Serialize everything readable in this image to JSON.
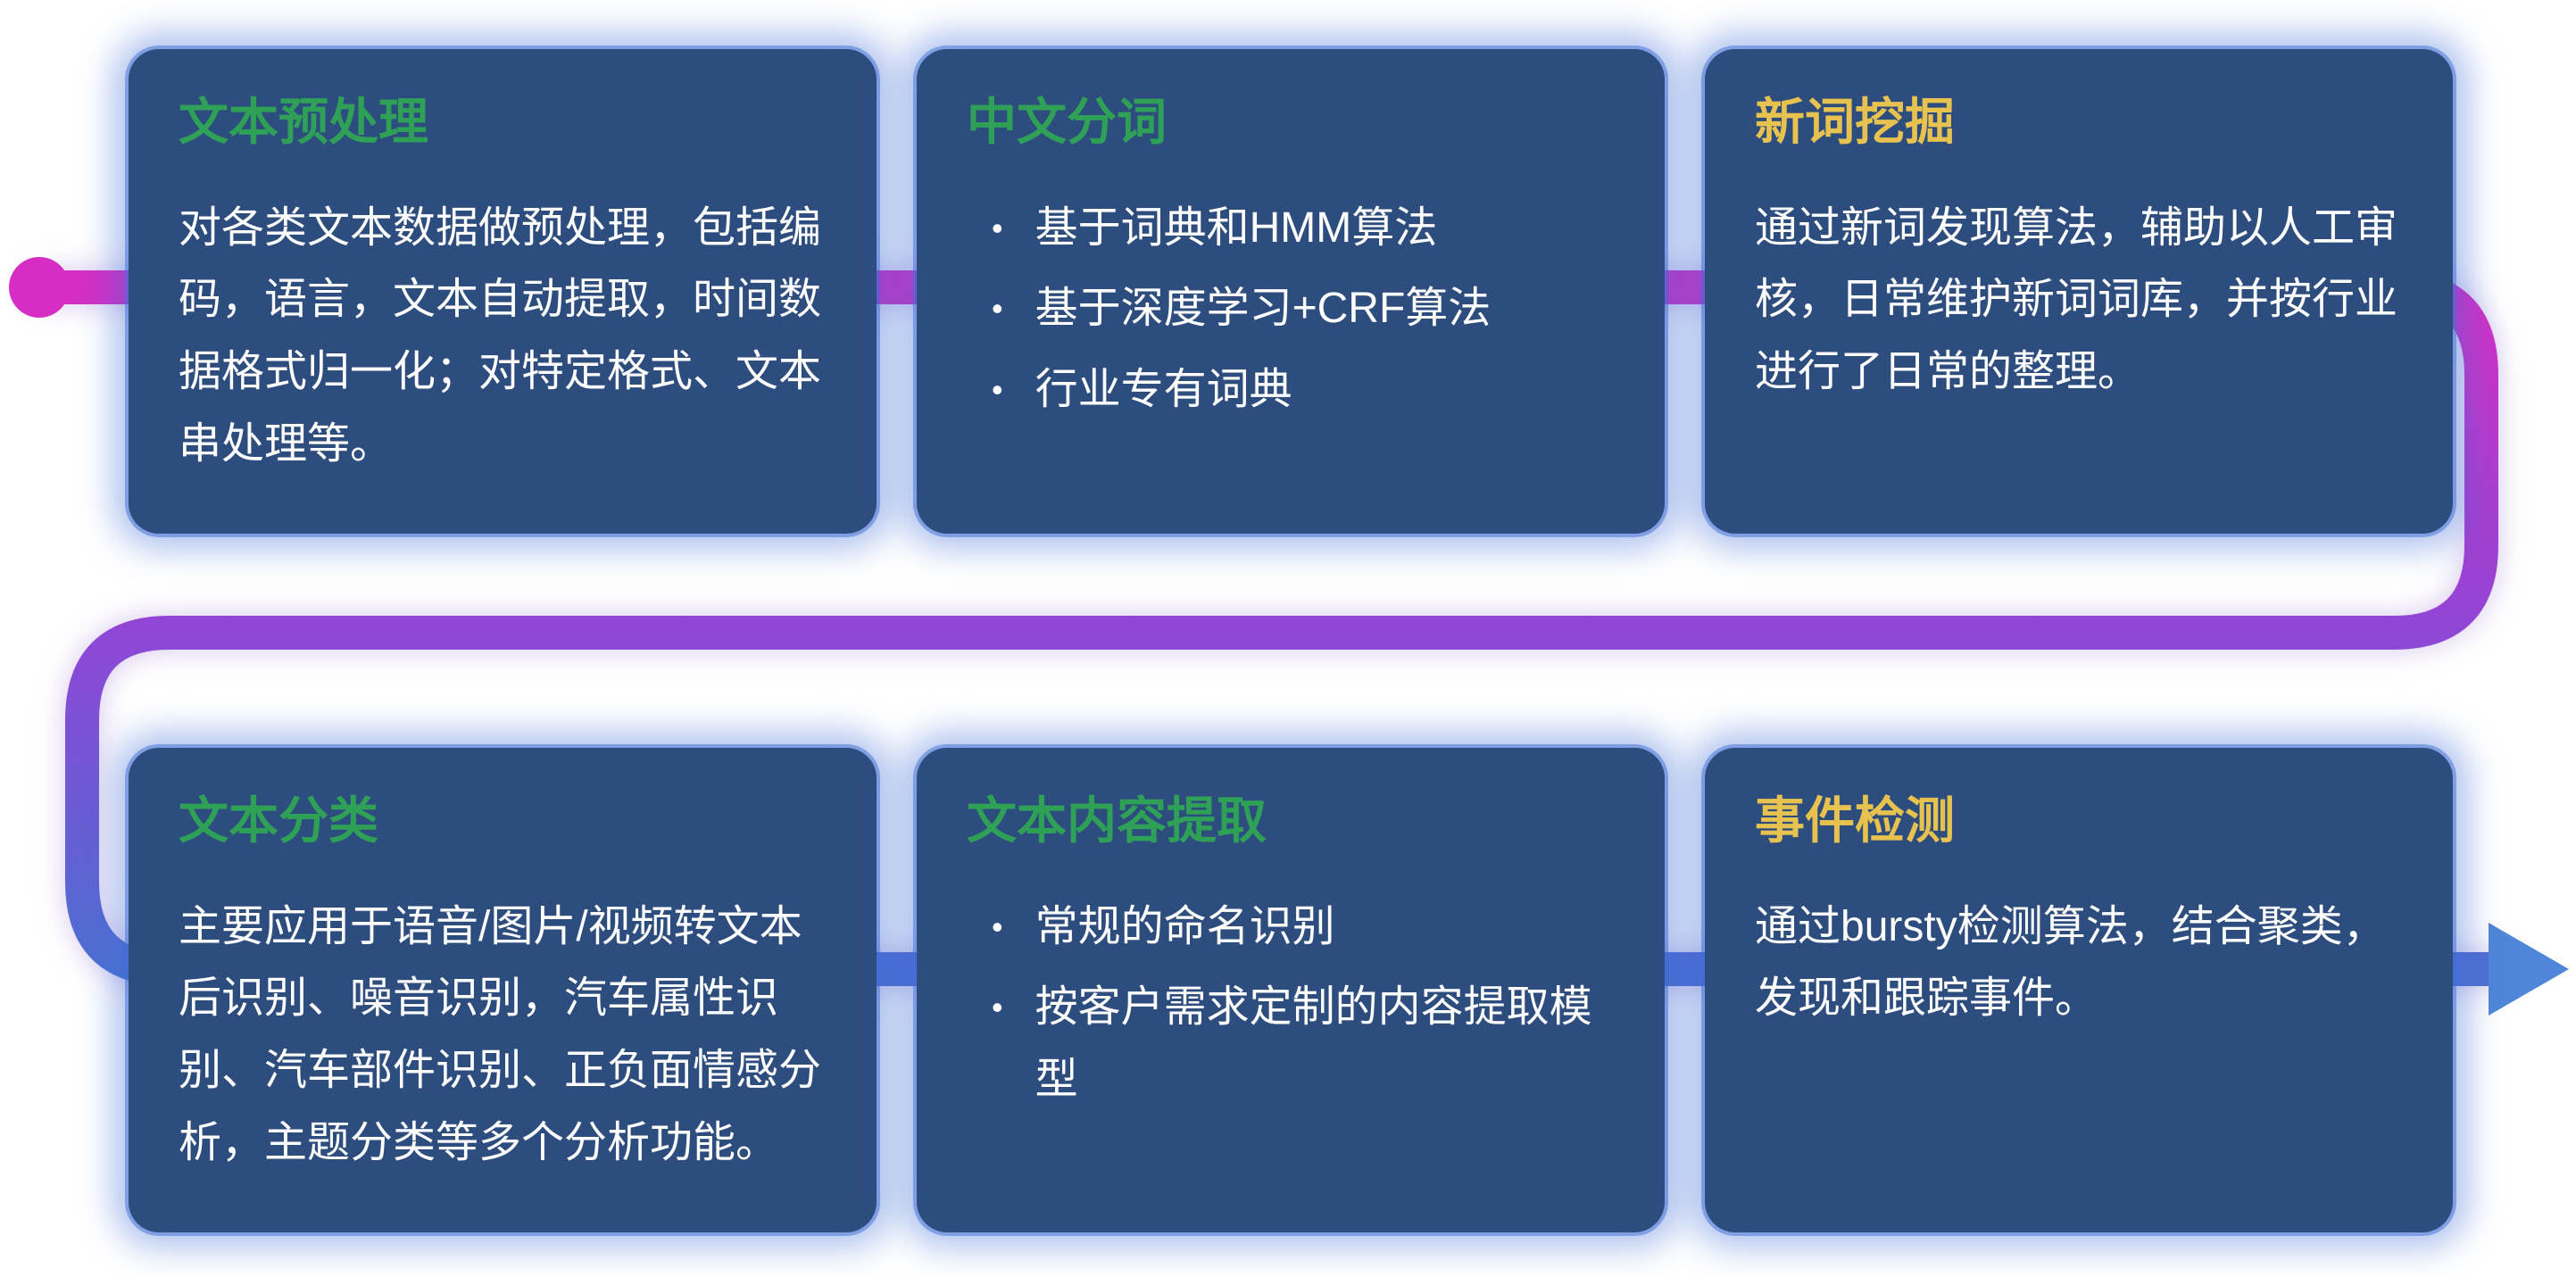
{
  "page": {
    "background": "#ffffff"
  },
  "flow": {
    "dot_color": "#d62ec4",
    "line_gradient": {
      "start": "#d62ec4",
      "middle": "#9046d6",
      "end": "#4c6fd2"
    },
    "arrow_color": "#4f86d9",
    "bullet_glyph": "•"
  },
  "theme": {
    "card_bg": "#2e4d7f",
    "card_glow": "#3f6ed6",
    "title_green": "#2ea157",
    "title_yellow": "#e7c24f",
    "body_text": "#ffffff"
  },
  "cards": [
    {
      "title": "文本预处理",
      "title_color": "#2ea157",
      "type": "paragraph",
      "body": "对各类文本数据做预处理，包括编码，语言，文本自动提取，时间数据格式归一化；对特定格式、文本串处理等。"
    },
    {
      "title": "中文分词",
      "title_color": "#2ea157",
      "type": "bullets",
      "bullets": [
        "基于词典和HMM算法",
        "基于深度学习+CRF算法",
        "行业专有词典"
      ]
    },
    {
      "title": "新词挖掘",
      "title_color": "#e7c24f",
      "type": "paragraph",
      "body": "通过新词发现算法，辅助以人工审核，日常维护新词词库，并按行业进行了日常的整理。"
    },
    {
      "title": "文本分类",
      "title_color": "#2ea157",
      "type": "paragraph",
      "body": "主要应用于语音/图片/视频转文本后识别、噪音识别，汽车属性识别、汽车部件识别、正负面情感分析，主题分类等多个分析功能。"
    },
    {
      "title": "文本内容提取",
      "title_color": "#2ea157",
      "type": "bullets",
      "bullets": [
        "常规的命名识别",
        "按客户需求定制的内容提取模型"
      ]
    },
    {
      "title": "事件检测",
      "title_color": "#e7c24f",
      "type": "paragraph",
      "body": "通过bursty检测算法，结合聚类，发现和跟踪事件。"
    }
  ]
}
